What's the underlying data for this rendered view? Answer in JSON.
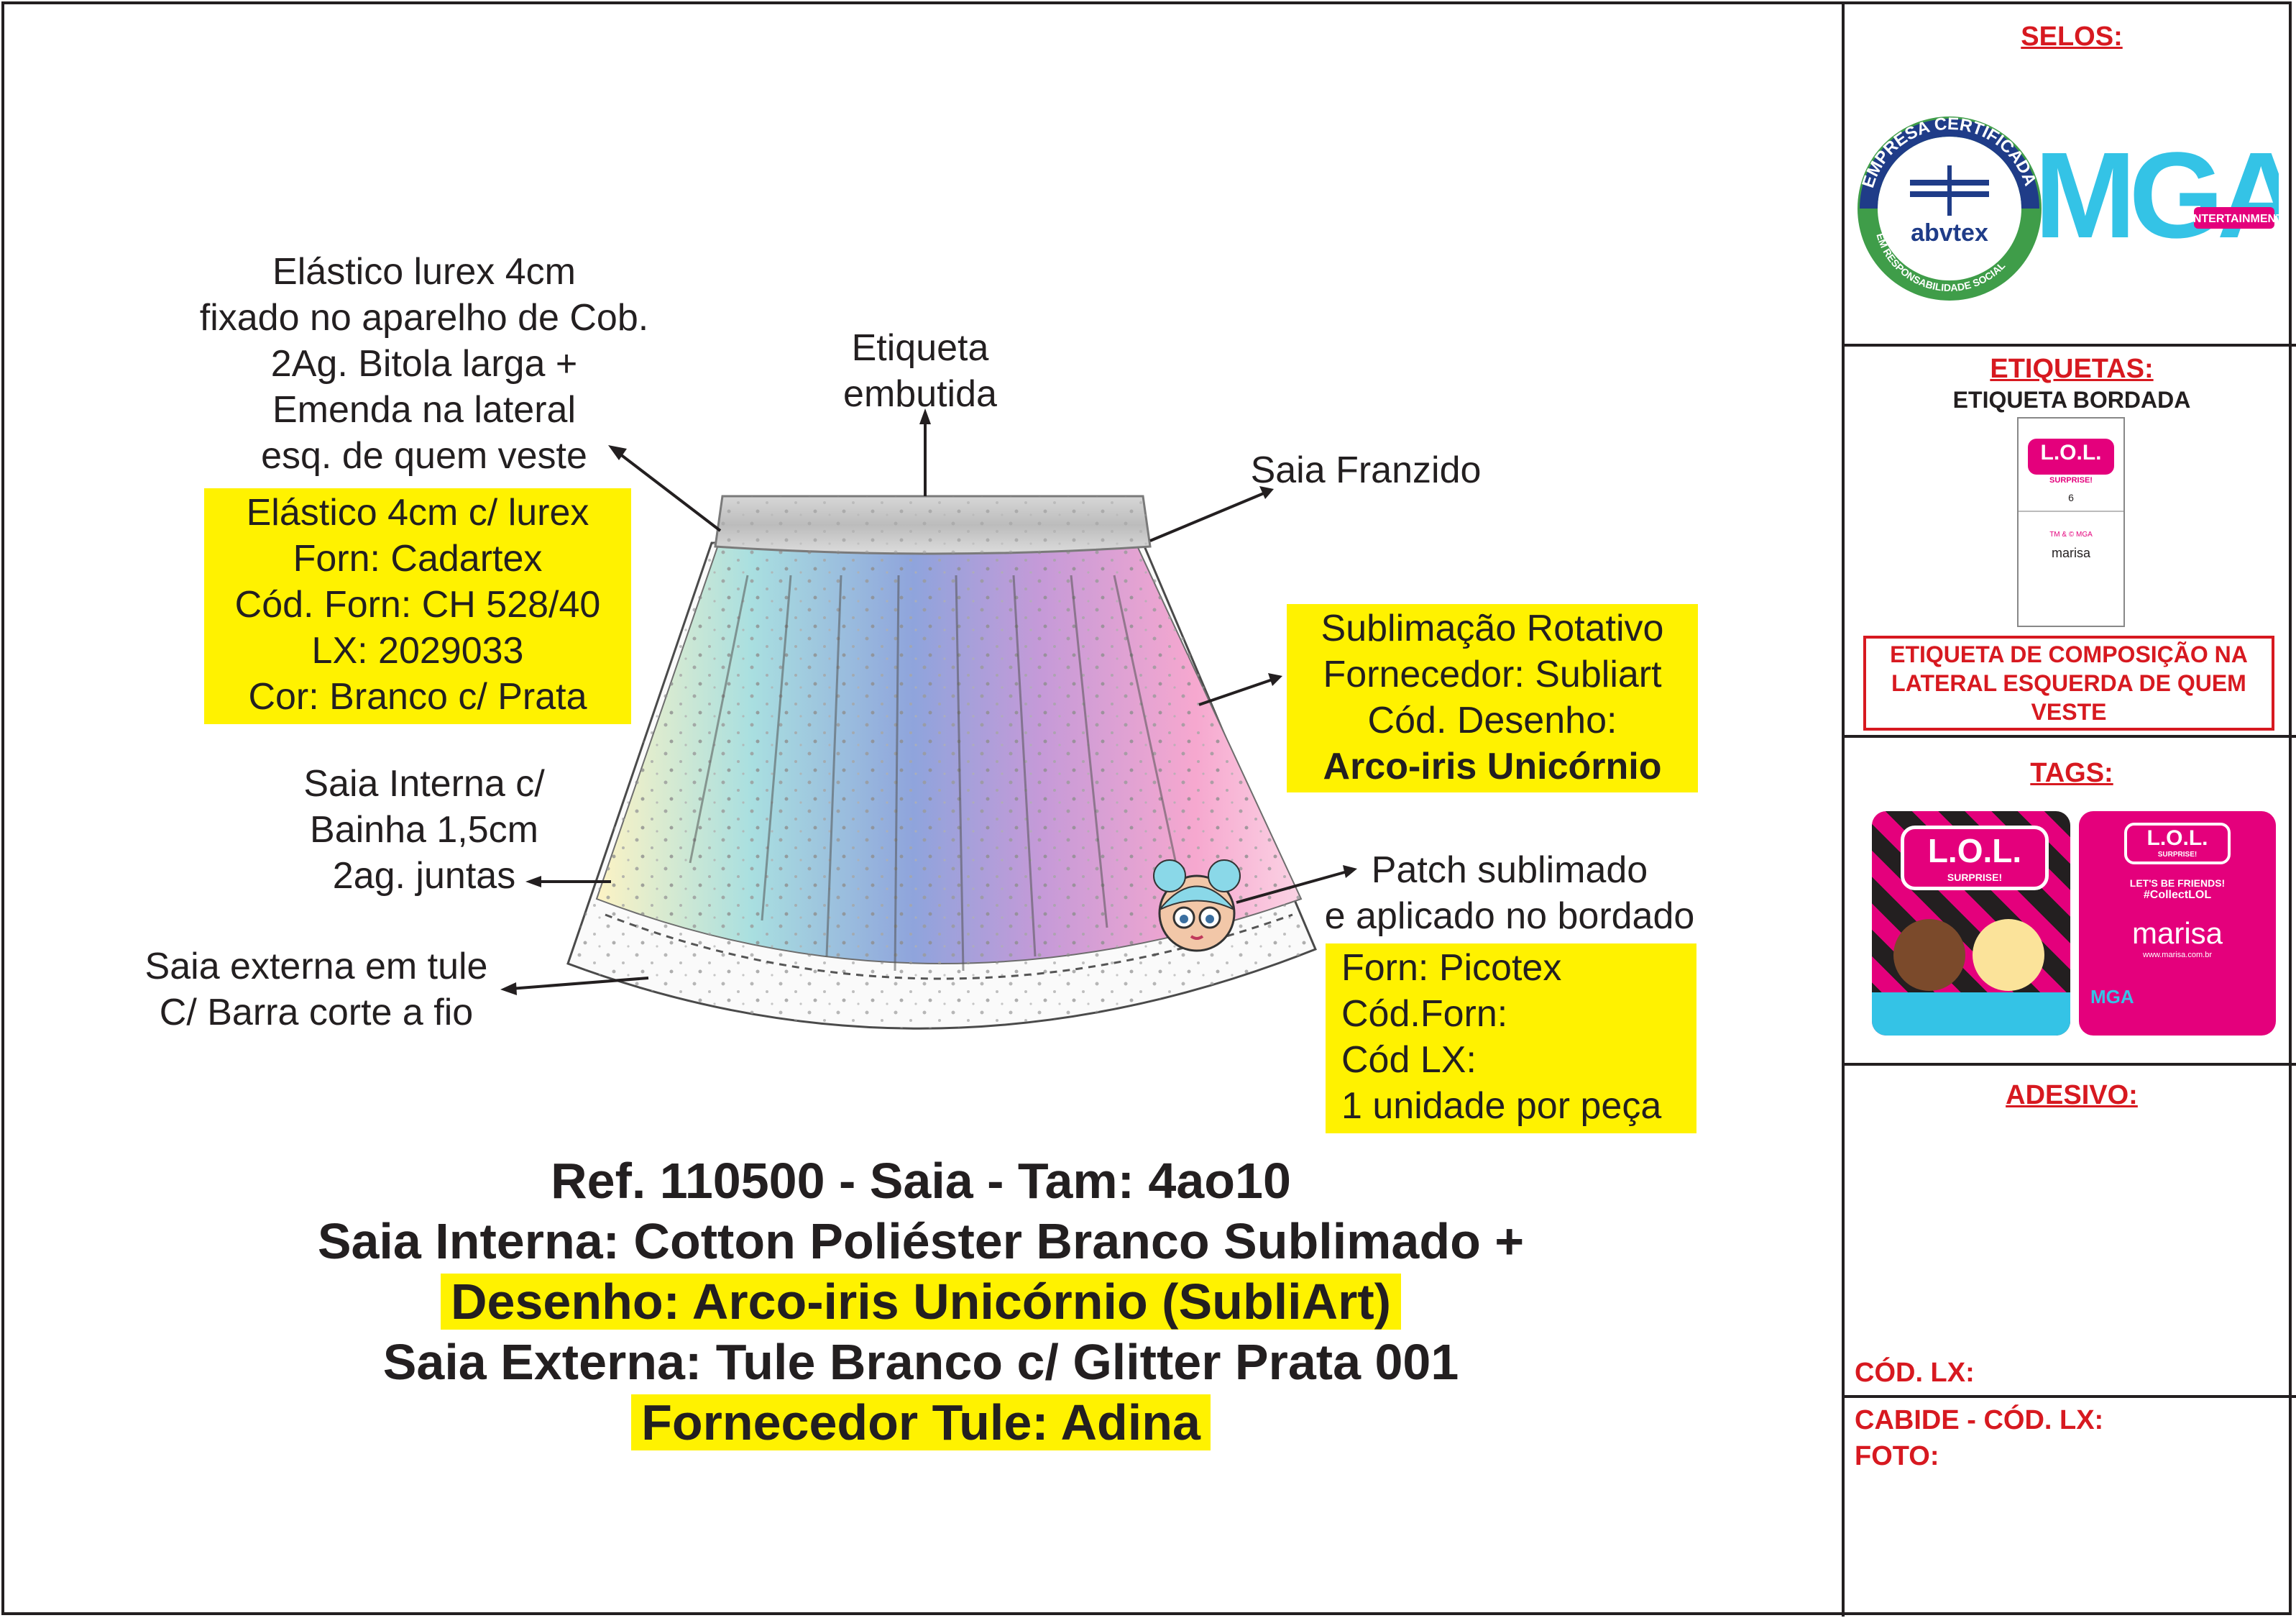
{
  "annotations": {
    "elastic_note": [
      "Elástico lurex 4cm",
      "fixado no aparelho de Cob.",
      "2Ag. Bitola larga +",
      "Emenda na lateral",
      "esq. de quem veste"
    ],
    "elastic_box": [
      "Elástico 4cm c/ lurex",
      "Forn: Cadartex",
      "Cód. Forn: CH 528/40",
      "LX: 2029033",
      "Cor: Branco c/ Prata"
    ],
    "label_note": [
      "Etiqueta",
      "embutida"
    ],
    "skirt_gathered": "Saia Franzido",
    "sublimation_box": [
      "Sublimação Rotativo",
      "Fornecedor: Subliart",
      "Cód. Desenho:"
    ],
    "sublimation_design": "Arco-iris Unicórnio",
    "inner_skirt_note": [
      "Saia Interna c/",
      "Bainha 1,5cm",
      "2ag. juntas"
    ],
    "outer_skirt_note": [
      "Saia externa em tule",
      "C/ Barra corte a fio"
    ],
    "patch_note": [
      "Patch sublimado",
      "e aplicado no bordado"
    ],
    "patch_box": [
      "Forn: Picotex",
      "Cód.Forn:",
      "Cód LX:",
      "1 unidade por peça"
    ]
  },
  "description": {
    "line1": "Ref. 110500 - Saia - Tam: 4ao10",
    "line2": "Saia Interna: Cotton Poliéster Branco Sublimado +",
    "line3": "Desenho: Arco-iris Unicórnio (SubliArt)",
    "line4": "Saia Externa: Tule Branco c/ Glitter Prata 001",
    "line5": "Fornecedor Tule: Adina"
  },
  "sidebar": {
    "seals_title": "SELOS:",
    "abvtex_ring_top": "EMPRESA CERTIFICADA",
    "abvtex_ring_bottom": "EM RESPONSABILIDADE SOCIAL",
    "abvtex_name": "abvtex",
    "mga_logo": "MGA",
    "mga_sub": "ENTERTAINMENT",
    "labels_title": "ETIQUETAS:",
    "labels_subtitle": "ETIQUETA BORDADA",
    "label_logo": "L.O.L.",
    "label_logo_sub": "SURPRISE!",
    "label_size": "6",
    "label_tm": "TM & © MGA",
    "label_brand": "marisa",
    "composition_note": [
      "ETIQUETA DE COMPOSIÇÃO NA",
      "LATERAL ESQUERDA DE QUEM",
      "VESTE"
    ],
    "tags_title": "TAGS:",
    "tag_front_logo": "L.O.L.",
    "tag_front_sub": "SURPRISE!",
    "tag_back_logo": "L.O.L.",
    "tag_back_sub": "SURPRISE!",
    "tag_back_line1": "LET'S BE FRIENDS!",
    "tag_back_line2": "#CollectLOL",
    "tag_back_brand": "marisa",
    "tag_back_url": "www.marisa.com.br",
    "tag_back_mga": "MGA",
    "sticker_title": "ADESIVO:",
    "cod_lx": "CÓD. LX:",
    "hanger": "CABIDE - CÓD. LX:",
    "photo": "FOTO:"
  },
  "colors": {
    "highlight": "#fff200",
    "accent_red": "#d71920",
    "rainbow": [
      "#fdf3c4",
      "#a9dfe0",
      "#8fa4dc",
      "#c59ad8",
      "#f6a8cf"
    ]
  }
}
